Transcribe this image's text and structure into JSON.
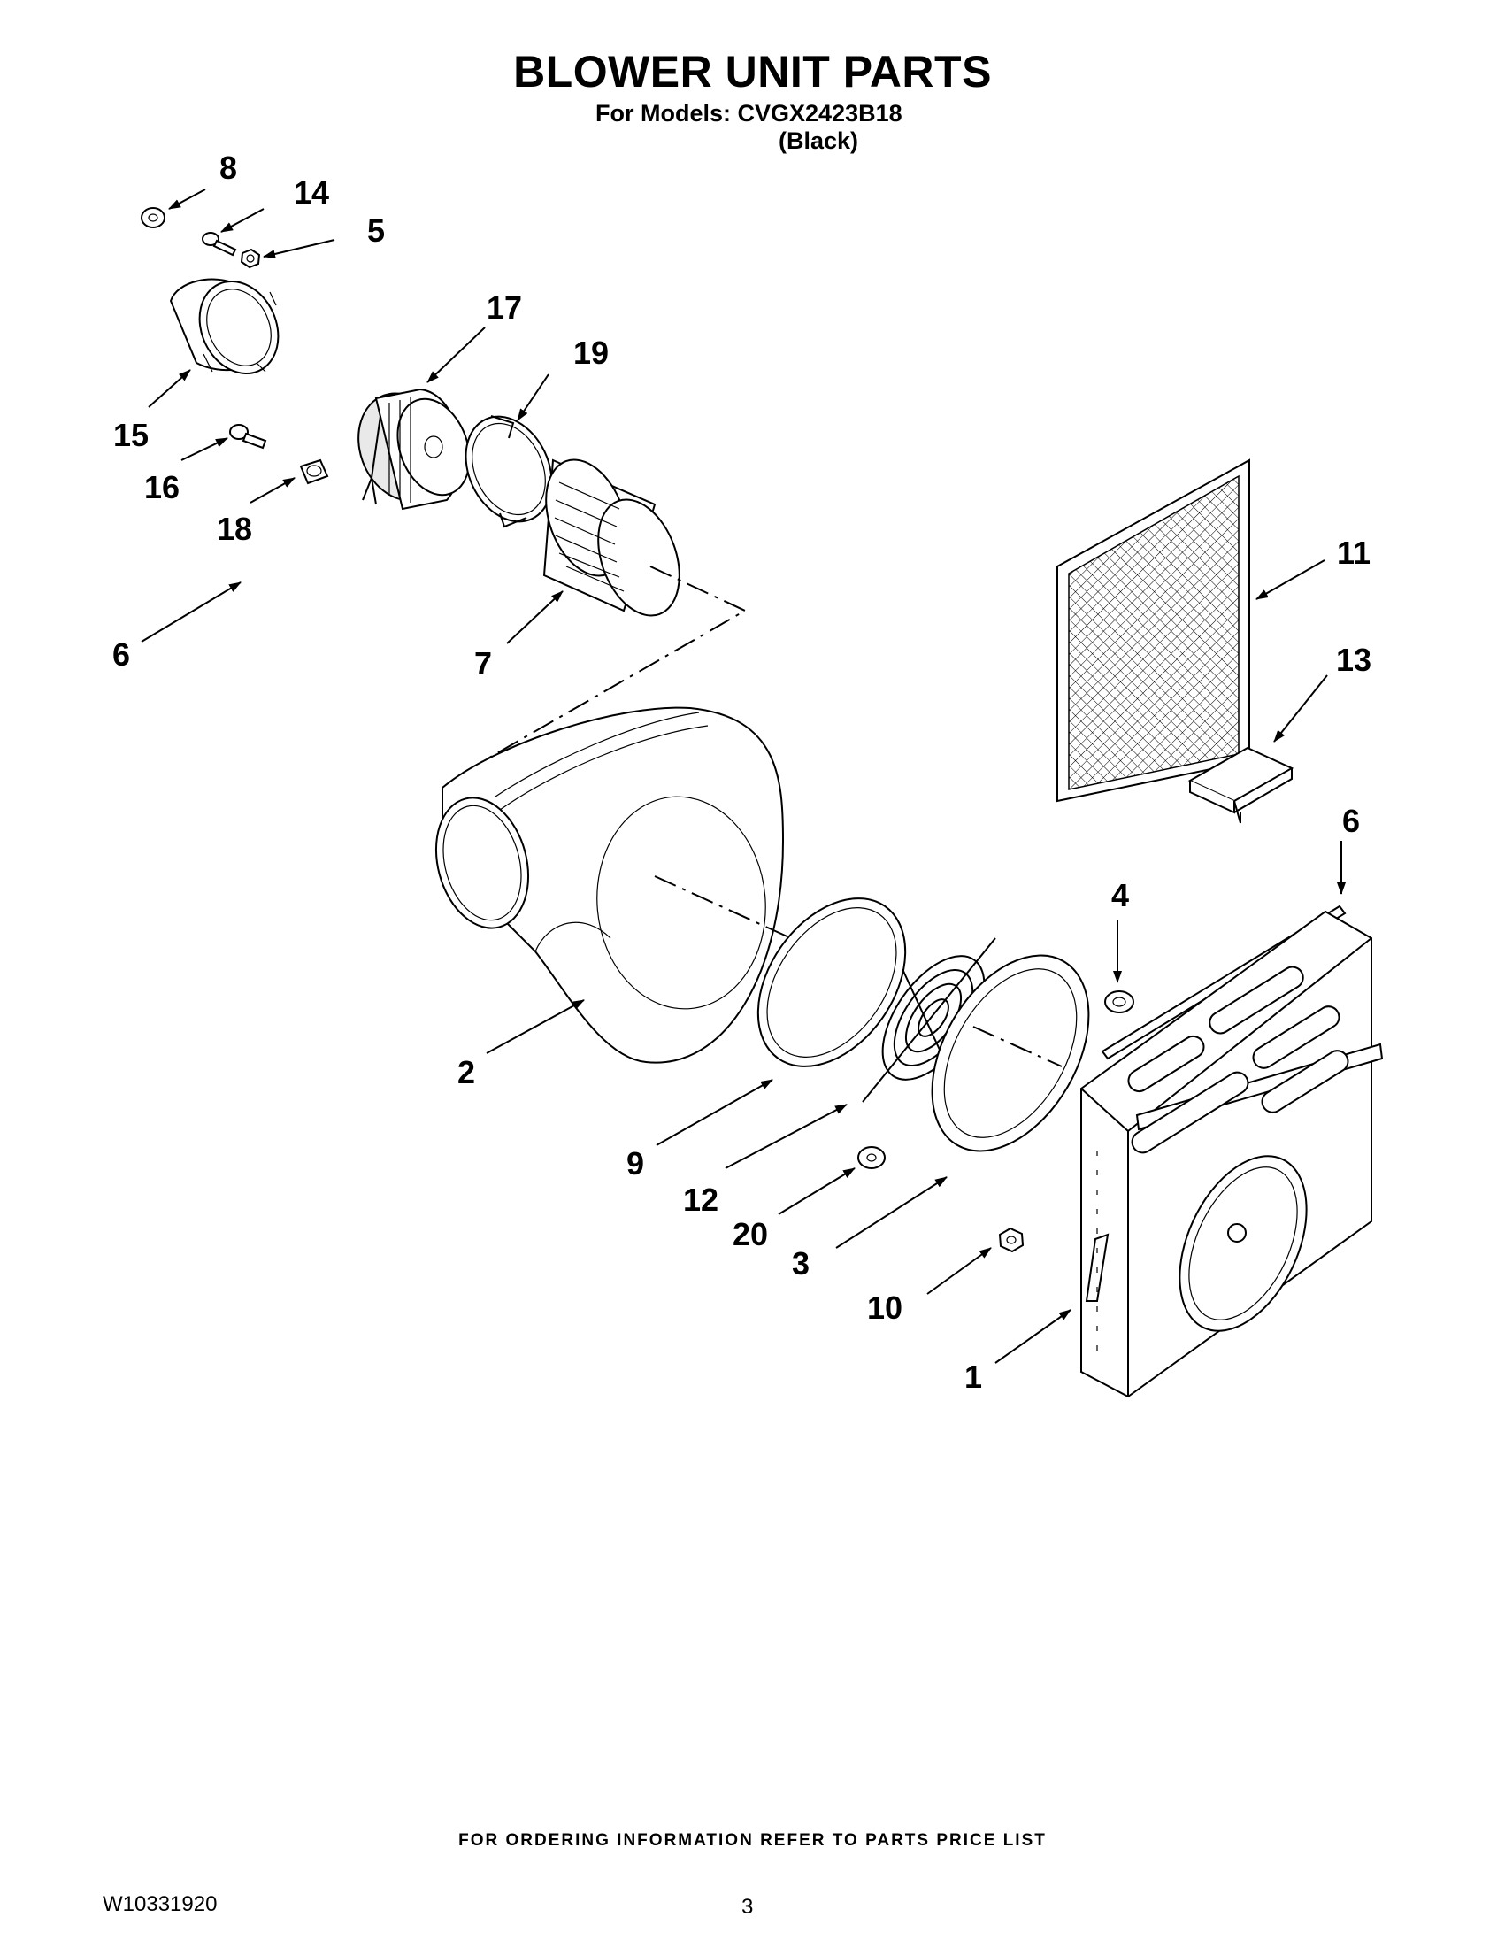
{
  "header": {
    "title": "BLOWER UNIT PARTS",
    "models_line": "For Models: CVGX2423B18",
    "color_line": "(Black)"
  },
  "callouts": [
    {
      "id": "c8",
      "label": "8"
    },
    {
      "id": "c14",
      "label": "14"
    },
    {
      "id": "c5",
      "label": "5"
    },
    {
      "id": "c17",
      "label": "17"
    },
    {
      "id": "c19",
      "label": "19"
    },
    {
      "id": "c15",
      "label": "15"
    },
    {
      "id": "c16",
      "label": "16"
    },
    {
      "id": "c18",
      "label": "18"
    },
    {
      "id": "c6a",
      "label": "6"
    },
    {
      "id": "c7",
      "label": "7"
    },
    {
      "id": "c11",
      "label": "11"
    },
    {
      "id": "c13",
      "label": "13"
    },
    {
      "id": "c6b",
      "label": "6"
    },
    {
      "id": "c4",
      "label": "4"
    },
    {
      "id": "c2",
      "label": "2"
    },
    {
      "id": "c9",
      "label": "9"
    },
    {
      "id": "c12",
      "label": "12"
    },
    {
      "id": "c20",
      "label": "20"
    },
    {
      "id": "c3",
      "label": "3"
    },
    {
      "id": "c10",
      "label": "10"
    },
    {
      "id": "c1",
      "label": "1"
    }
  ],
  "footer": {
    "order_note": "FOR ORDERING INFORMATION REFER TO PARTS PRICE LIST",
    "doc_number": "W10331920",
    "page_number": "3"
  }
}
